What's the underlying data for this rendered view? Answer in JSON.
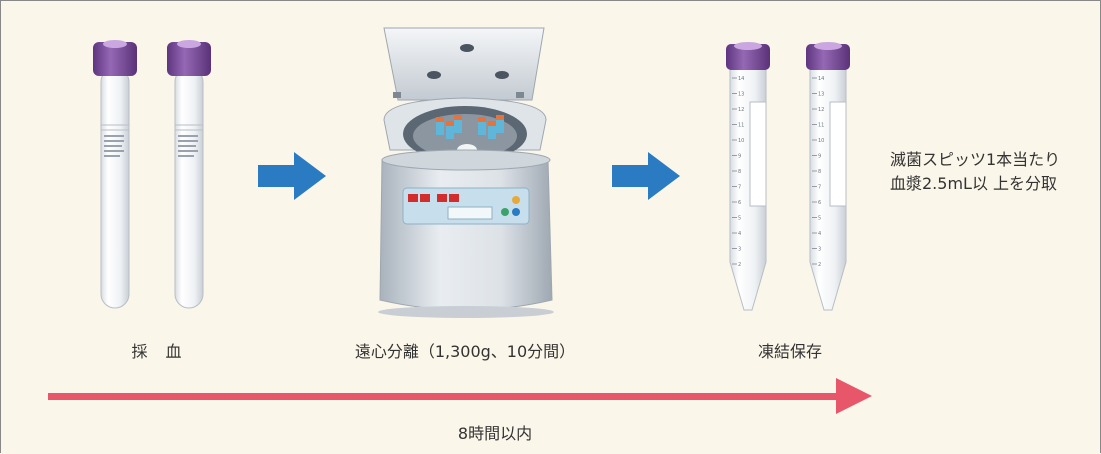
{
  "labels": {
    "blood_draw": "採　血",
    "centrifuge": "遠心分離（1,300g、10分間）",
    "freeze": "凍結保存",
    "time_limit": "8時間以内"
  },
  "note": {
    "line1": "滅菌スピッツ1本当たり",
    "line2": "血漿2.5mL以 上を分取"
  },
  "tube_scale": [
    "14",
    "13",
    "12",
    "11",
    "10",
    "9",
    "8",
    "7",
    "6",
    "5",
    "4",
    "3",
    "2"
  ],
  "colors": {
    "background": "#fbf6ea",
    "cap_purple": "#7b4a9a",
    "step_arrow_blue": "#2b7bc2",
    "timeline_arrow_red": "#e8566a"
  }
}
